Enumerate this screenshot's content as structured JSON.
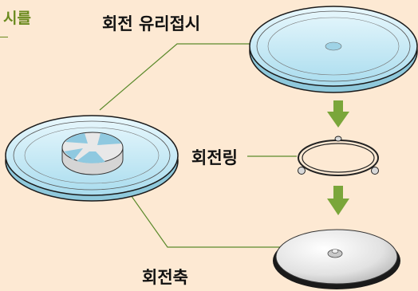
{
  "corner_text": "시를",
  "labels": {
    "glass_tray": "회전 유리접시",
    "roller_ring": "회전링",
    "shaft": "회전축"
  },
  "colors": {
    "background": "#fde9d3",
    "accent_green": "#6a8a1e",
    "arrow_green": "#7aa63a",
    "glass_blue": "#bfe6f3",
    "leader_line": "#5b8a2b"
  }
}
